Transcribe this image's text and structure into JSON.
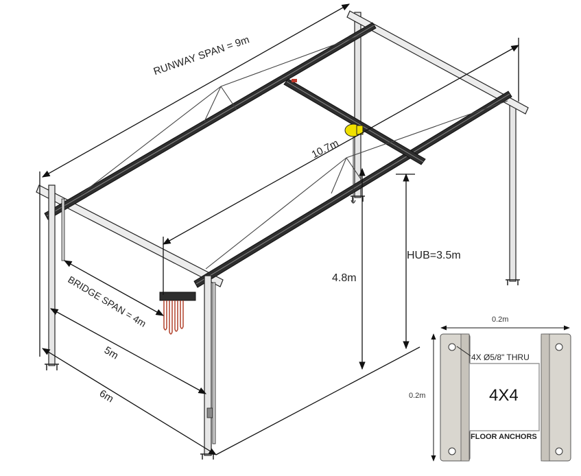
{
  "dimensions": {
    "runway_span": "RUNWAY SPAN = 9m",
    "bridge_span": "BRIDGE SPAN = 4m",
    "width_5m": "5m",
    "width_6m": "6m",
    "length_10_7m": "10.7m",
    "hub": "HUB=3.5m",
    "height_4_8m": "4.8m"
  },
  "floor_anchor_detail": {
    "width_label": "0.2m",
    "height_label": "0.2m",
    "holes_note": "4X Ø5/8\" THRU",
    "post_size": "4X4",
    "caption": "FLOOR ANCHORS"
  },
  "colors": {
    "line": "#1a1a1a",
    "steel_fill": "#e9e9e9",
    "beam_dark": "#2b2b2b",
    "hoist_yellow": "#f0e000",
    "chain_red": "#b0402a",
    "plate_fill": "#d9d6cf"
  }
}
